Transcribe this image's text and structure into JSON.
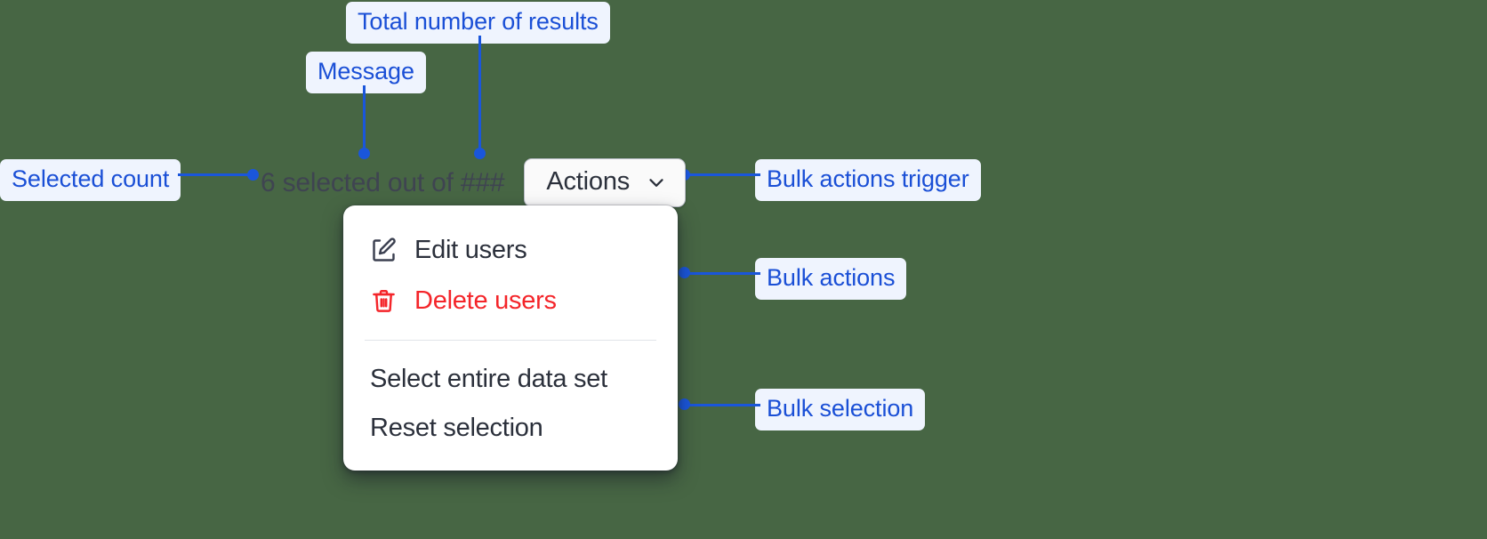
{
  "background_color": "#476644",
  "accent_color": "#1a56db",
  "callout_bg": "#eff4fe",
  "callout_text_color": "#1a4fd6",
  "danger_color": "#f4252a",
  "annotations": [
    {
      "id": "total-results",
      "label": "Total number of results"
    },
    {
      "id": "message",
      "label": "Message"
    },
    {
      "id": "selected-count",
      "label": "Selected count"
    },
    {
      "id": "bulk-trigger",
      "label": "Bulk actions trigger"
    },
    {
      "id": "bulk-actions",
      "label": "Bulk actions"
    },
    {
      "id": "bulk-selection",
      "label": "Bulk selection"
    }
  ],
  "selection_bar": {
    "message_prefix": "6 selected out of ",
    "total_placeholder": "###",
    "full_message": "6 selected out of ###",
    "selected_count": 6,
    "actions_button_label": "Actions",
    "actions_chevron": "chevron-down-icon"
  },
  "dropdown": {
    "groups": [
      {
        "name": "bulk-actions",
        "items": [
          {
            "label": "Edit users",
            "icon": "edit-pencil-square-icon",
            "tone": "default"
          },
          {
            "label": "Delete users",
            "icon": "trash-icon",
            "tone": "danger"
          }
        ]
      },
      {
        "name": "bulk-selection",
        "items": [
          {
            "label": "Select entire data set",
            "icon": null,
            "tone": "default"
          },
          {
            "label": "Reset selection",
            "icon": null,
            "tone": "default"
          }
        ]
      }
    ]
  }
}
